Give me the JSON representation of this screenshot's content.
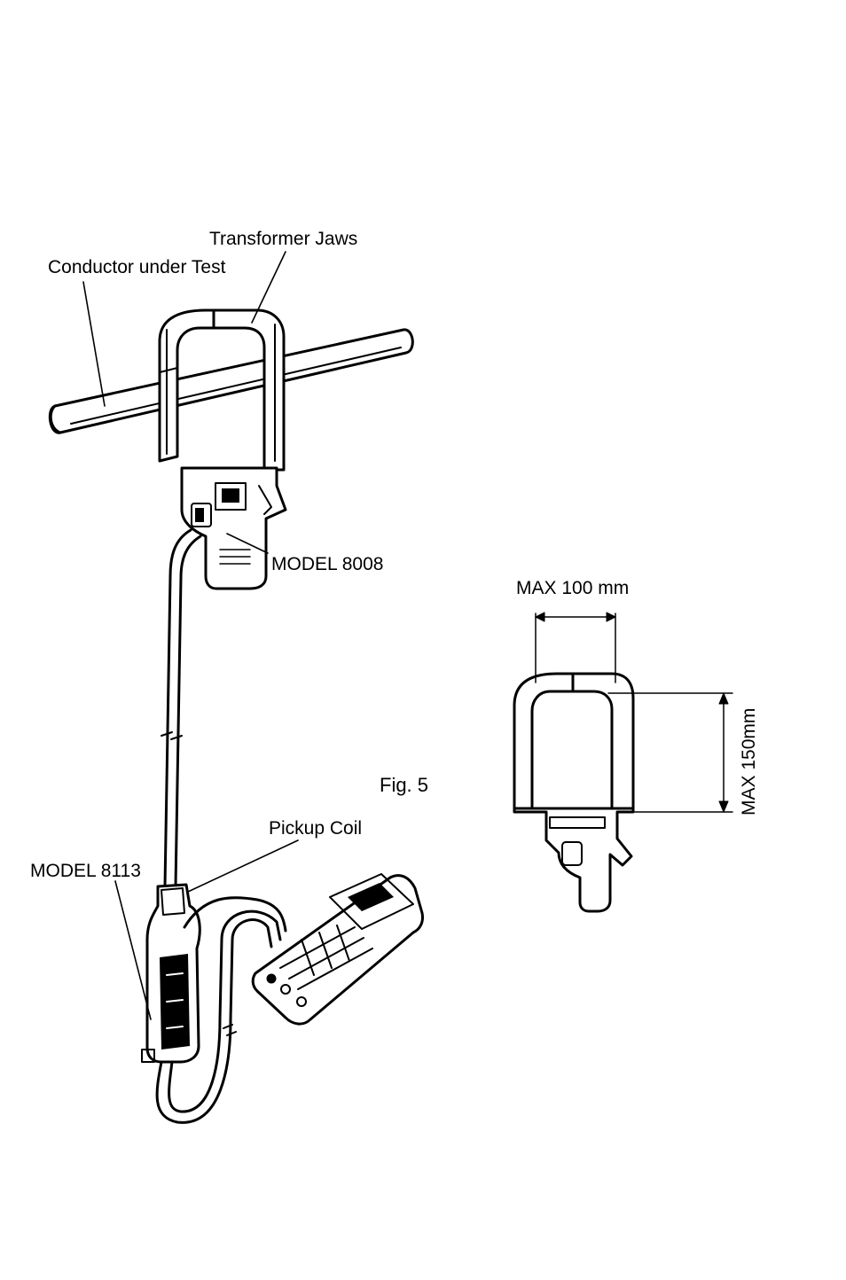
{
  "figure": {
    "caption": "Fig. 5"
  },
  "labels": {
    "transformer_jaws": "Transformer Jaws",
    "conductor_under_test": "Conductor under Test",
    "model_8008": "MODEL 8008",
    "pickup_coil": "Pickup Coil",
    "model_8113": "MODEL 8113",
    "max_width": "MAX 100 mm",
    "max_height": "MAX 150mm"
  },
  "colors": {
    "ink": "#000000",
    "paper": "#ffffff"
  }
}
